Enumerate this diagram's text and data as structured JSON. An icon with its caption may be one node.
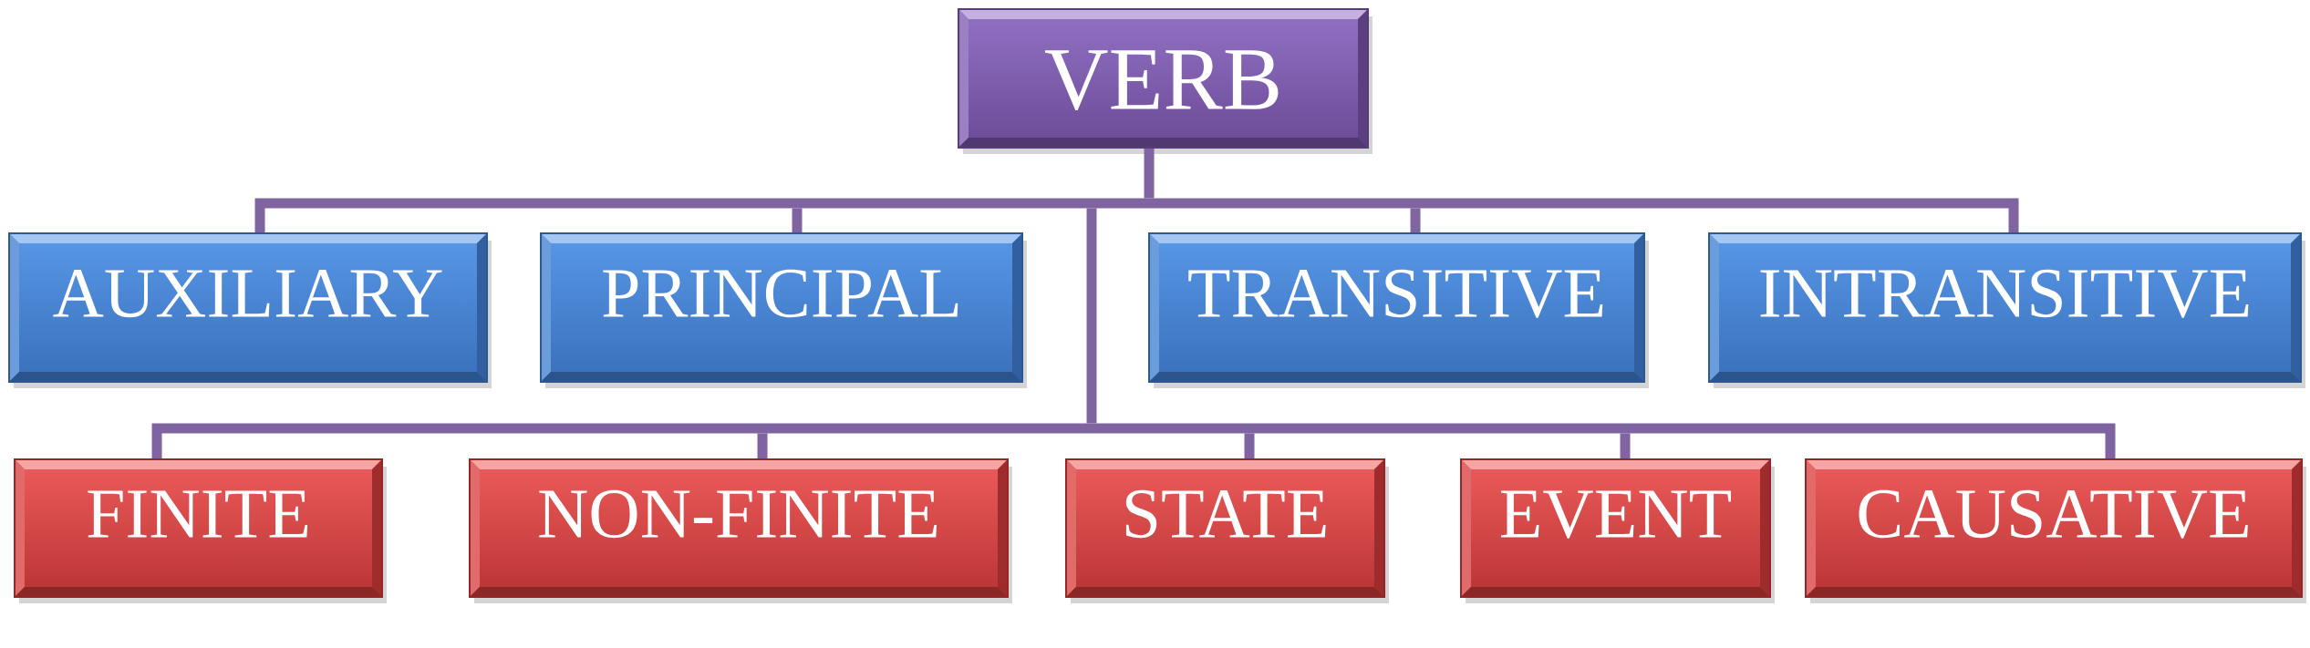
{
  "diagram": {
    "nodes": [
      {
        "text": [
          "VERB"
        ]
      },
      {
        "text": [
          "AUXILIARY"
        ]
      },
      {
        "text": [
          "PRINCIPAL"
        ]
      },
      {
        "text": [
          "TRANSITIVE"
        ]
      },
      {
        "text": [
          "INTRANSITIVE"
        ]
      },
      {
        "text": [
          "FINITE"
        ]
      },
      {
        "text": [
          "NON-FINITE"
        ]
      },
      {
        "text": [
          "STATE"
        ]
      },
      {
        "text": [
          "EVENT"
        ]
      },
      {
        "text": [
          "CAUSATIVE"
        ]
      }
    ],
    "edges": [
      {
        "from": 0,
        "to": 1,
        "arrow": "none"
      },
      {
        "from": 0,
        "to": 2,
        "arrow": "none"
      },
      {
        "from": 0,
        "to": 3,
        "arrow": "none"
      },
      {
        "from": 0,
        "to": 4,
        "arrow": "none"
      },
      {
        "from": 0,
        "to": 5,
        "arrow": "none"
      },
      {
        "from": 0,
        "to": 6,
        "arrow": "none"
      },
      {
        "from": 0,
        "to": 7,
        "arrow": "none"
      },
      {
        "from": 0,
        "to": 8,
        "arrow": "none"
      },
      {
        "from": 0,
        "to": 9,
        "arrow": "none"
      }
    ]
  }
}
